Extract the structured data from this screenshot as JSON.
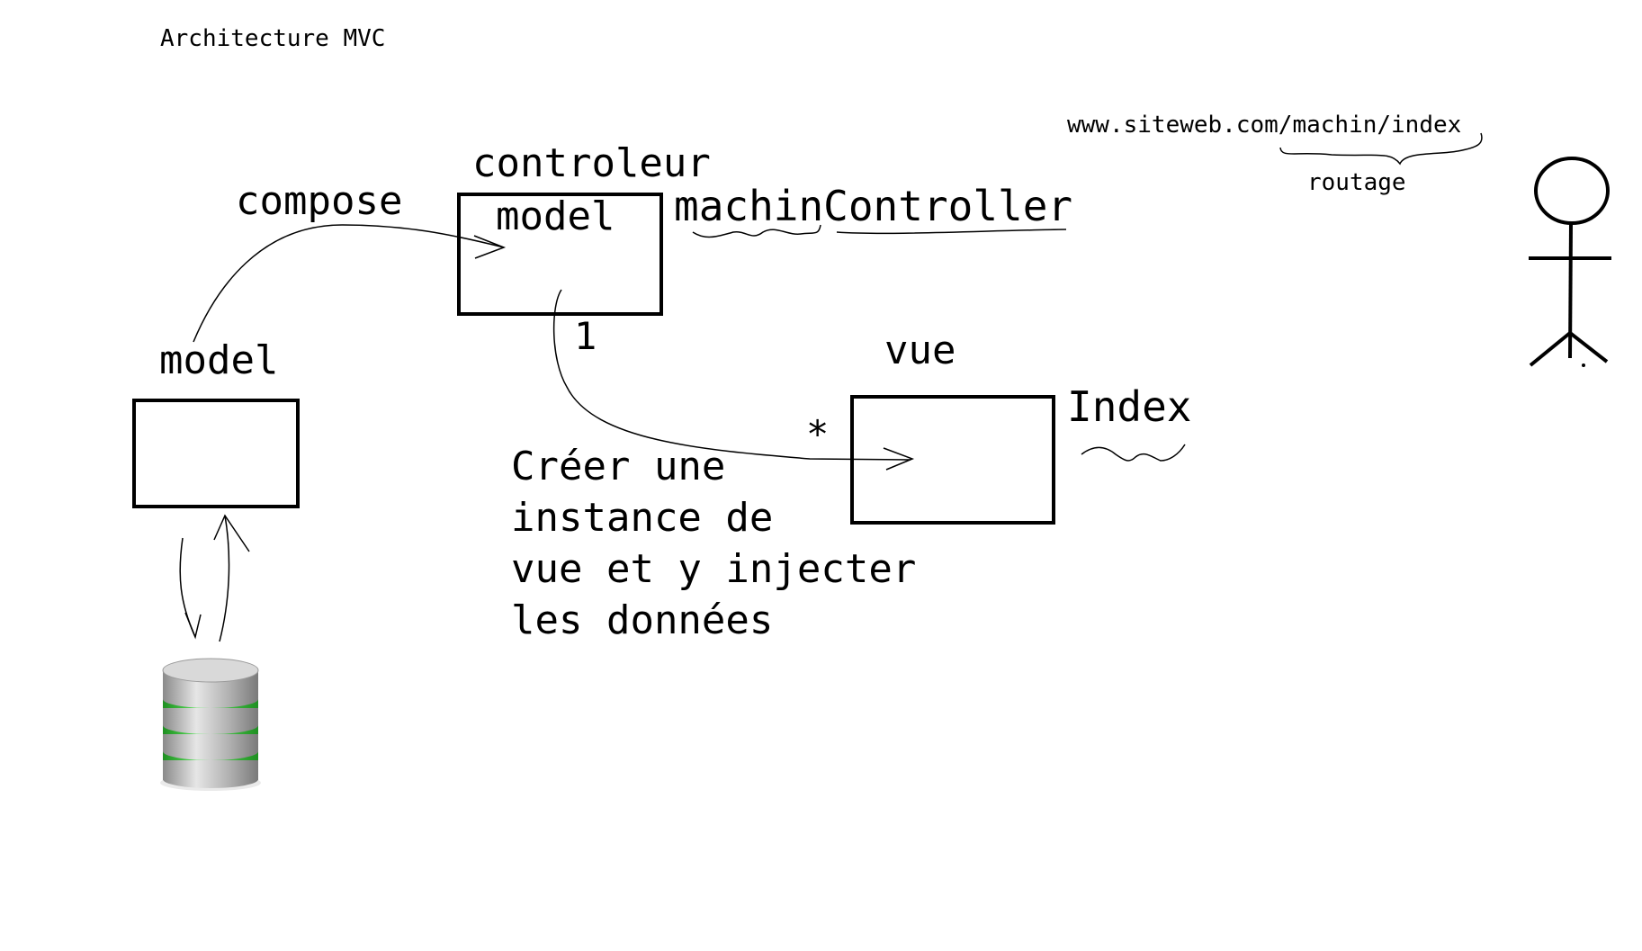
{
  "title": "Architecture MVC",
  "url": "www.siteweb.com/machin/index",
  "routing_label": "routage",
  "controller": {
    "stereotype": "controleur",
    "inner_label": "model",
    "name": "machinController"
  },
  "compose_label": "compose",
  "model": {
    "stereotype": "model"
  },
  "multiplicity": {
    "controller_side": "1",
    "view_side": "*"
  },
  "vue": {
    "stereotype": "vue",
    "name": "Index"
  },
  "note_lines": [
    "Créer une",
    "instance de",
    "vue et y injecter",
    "les données"
  ],
  "icons": {
    "database": "database-icon",
    "actor": "stick-figure-icon"
  },
  "colors": {
    "ink": "#000000",
    "db_green": "#36c93a",
    "db_silver": "#b8b8b8"
  }
}
